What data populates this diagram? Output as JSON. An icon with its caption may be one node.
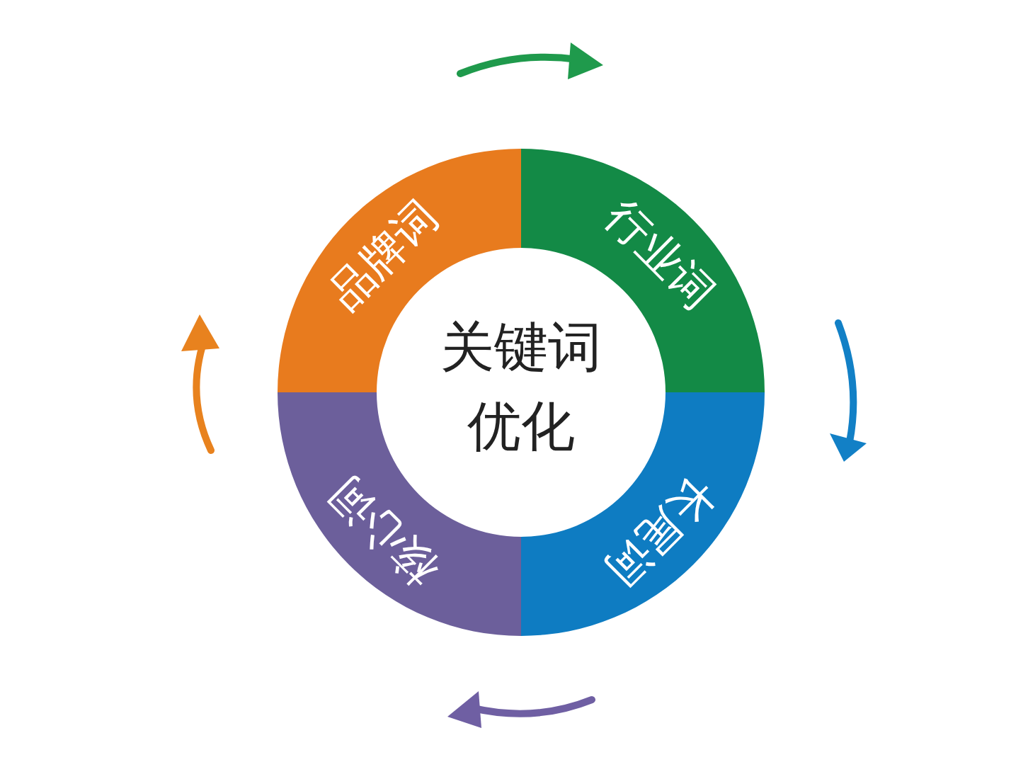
{
  "diagram": {
    "nodes": [
      {
        "text": [
          "关键词优化"
        ]
      },
      {
        "text": [
          "品牌词"
        ]
      },
      {
        "text": [
          "行业词"
        ]
      },
      {
        "text": [
          "长尾词"
        ]
      },
      {
        "text": [
          "核心词"
        ]
      }
    ]
  }
}
